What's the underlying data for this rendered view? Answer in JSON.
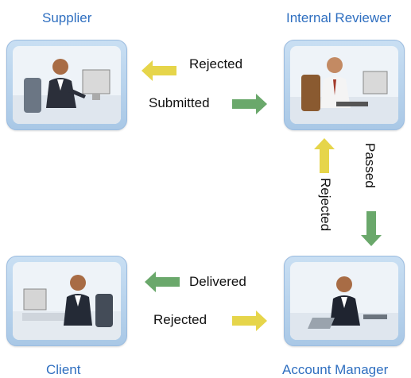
{
  "roles": {
    "supplier": "Supplier",
    "internal_reviewer": "Internal Reviewer",
    "client": "Client",
    "account_manager": "Account Manager"
  },
  "flows": {
    "supplier_reviewer_rejected": "Rejected",
    "supplier_reviewer_submitted": "Submitted",
    "reviewer_manager_passed": "Passed",
    "reviewer_manager_rejected": "Rejected",
    "client_manager_delivered": "Delivered",
    "client_manager_rejected": "Rejected"
  },
  "colors": {
    "accent_text": "#2f6fc0",
    "arrow_yellow": "#e6d54a",
    "arrow_green": "#6aa86b",
    "frame": "#b7d1ec"
  },
  "icons": [
    "person-at-computer-icon",
    "arrow-left-icon",
    "arrow-right-icon",
    "arrow-up-icon",
    "arrow-down-icon"
  ]
}
